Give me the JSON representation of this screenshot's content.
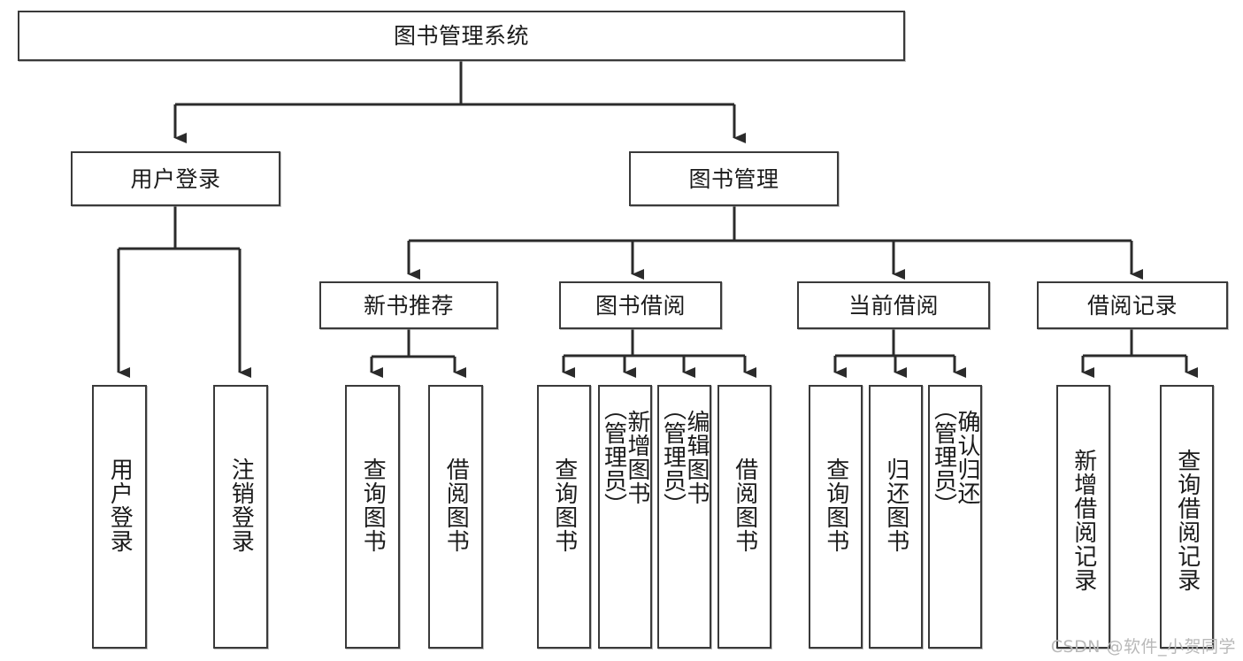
{
  "diagram": {
    "type": "tree-hierarchy-flowchart",
    "title": "图书管理系统",
    "watermark": "CSDN @软件_小贺同学",
    "colors": {
      "box_border": "#3a3a3a",
      "box_fill": "#ffffff",
      "connector": "#2b2b2b",
      "text": "#1b1b1b",
      "watermark": "#b9b9b9",
      "background": "#ffffff"
    },
    "root": {
      "label": "图书管理系统"
    },
    "level2": [
      {
        "label": "用户登录"
      },
      {
        "label": "图书管理"
      }
    ],
    "level3": [
      {
        "label": "新书推荐"
      },
      {
        "label": "图书借阅"
      },
      {
        "label": "当前借阅"
      },
      {
        "label": "借阅记录"
      }
    ],
    "leaves": {
      "user_login": [
        {
          "label": "用户登录"
        },
        {
          "label": "注销登录"
        }
      ],
      "new_book_recommend": [
        {
          "label": "查询图书"
        },
        {
          "label": "借阅图书"
        }
      ],
      "book_borrow": [
        {
          "label": "查询图书"
        },
        {
          "label": "新增图书\n（管理员）"
        },
        {
          "label": "编辑图书\n（管理员）"
        },
        {
          "label": "借阅图书"
        }
      ],
      "current_borrow": [
        {
          "label": "查询图书"
        },
        {
          "label": "归还图书"
        },
        {
          "label": "确认归还\n（管理员）"
        }
      ],
      "borrow_record": [
        {
          "label": "新增借阅记录"
        },
        {
          "label": "查询借阅记录"
        }
      ]
    }
  }
}
